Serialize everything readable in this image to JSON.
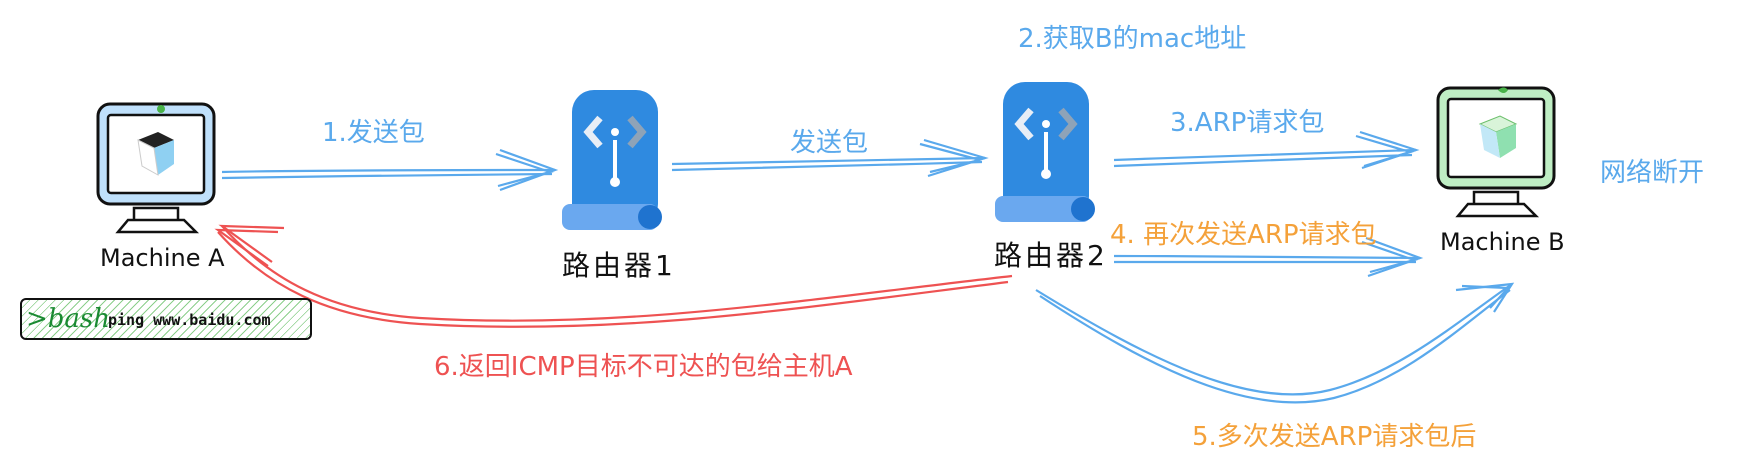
{
  "nodes": {
    "machine_a": "Machine A",
    "router1": "路由器1",
    "router2": "路由器2",
    "machine_b": "Machine B"
  },
  "bash": {
    "prompt": ">bash",
    "command": "ping www.baidu.com"
  },
  "steps": {
    "s1": "1.发送包",
    "forward": "发送包",
    "s2": "2.获取B的mac地址",
    "s3": "3.ARP请求包",
    "s4": "4. 再次发送ARP请求包",
    "s5": "5.多次发送ARP请求包后",
    "s6": "6.返回ICMP目标不可达的包给主机A"
  },
  "status": "网络断开",
  "colors": {
    "blue": "#5aa9ec",
    "orange": "#f4a13a",
    "red": "#ee5252",
    "router_blue": "#2f8ae0",
    "machine_a_screen": "#bfe0fb",
    "machine_b_screen": "#bfeec4"
  }
}
